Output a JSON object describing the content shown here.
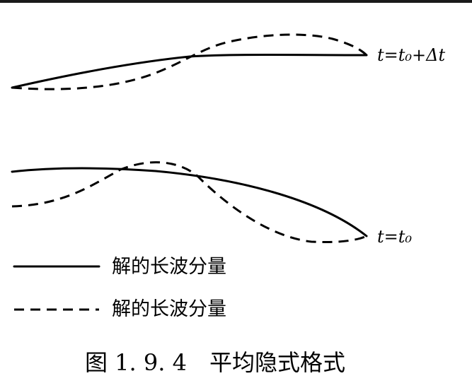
{
  "upper_plot": {
    "time_label": "t=t₀+Δt"
  },
  "lower_plot": {
    "time_label": "t=t₀"
  },
  "legend": {
    "items": [
      {
        "style": "solid",
        "label": "解的长波分量"
      },
      {
        "style": "dashed",
        "label": "解的长波分量"
      }
    ]
  },
  "caption": {
    "text": "图 1. 9. 4　平均隐式格式"
  },
  "colors": {
    "ink": "#000000",
    "background": "#ffffff",
    "top_rule": "#1a1a1a"
  }
}
